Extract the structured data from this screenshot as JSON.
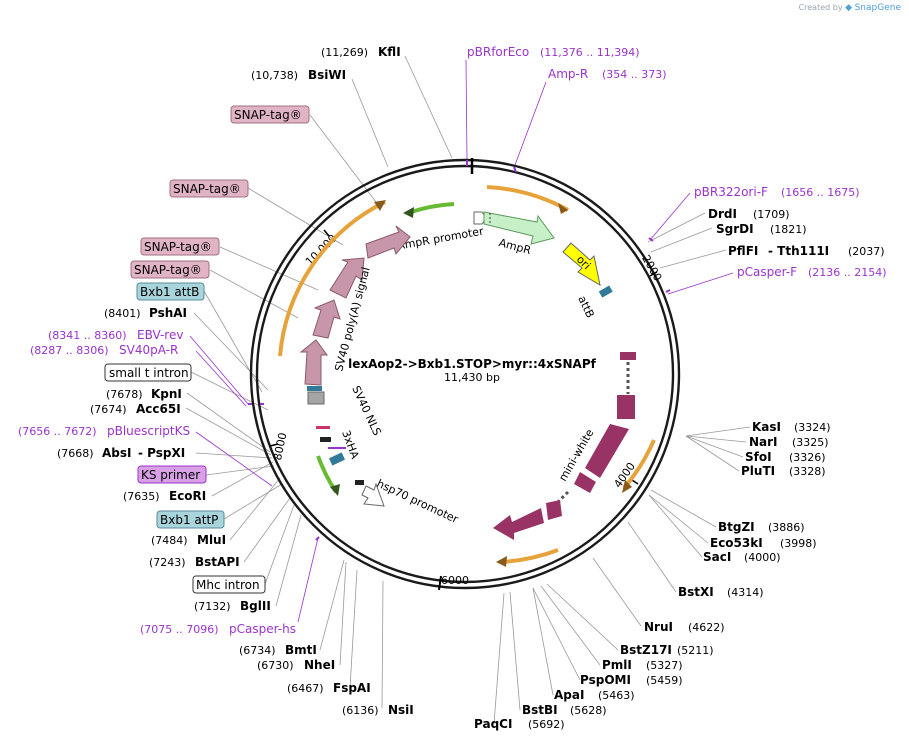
{
  "credit": {
    "created_by": "Created by",
    "brand": "SnapGene"
  },
  "map": {
    "title": "lexAop2->Bxb1.STOP>myr::4xSNAPf",
    "length_label": "11,430 bp",
    "length_bp": 11430
  },
  "ticks": [
    "2000",
    "4000",
    "6000",
    "8000",
    "10,000"
  ],
  "enzymes_right": [
    {
      "name": "DrdI",
      "pos": "(1709)"
    },
    {
      "name": "SgrDI",
      "pos": "(1821)"
    },
    {
      "name": "PflFI",
      "extra": "- Tth111I",
      "pos": "(2037)"
    },
    {
      "name": "KasI",
      "pos": "(3324)"
    },
    {
      "name": "NarI",
      "pos": "(3325)"
    },
    {
      "name": "SfoI",
      "pos": "(3326)"
    },
    {
      "name": "PluTI",
      "pos": "(3328)"
    },
    {
      "name": "BtgZI",
      "pos": "(3886)"
    },
    {
      "name": "Eco53kI",
      "pos": "(3998)"
    },
    {
      "name": "SacI",
      "pos": "(4000)"
    },
    {
      "name": "BstXI",
      "pos": "(4314)"
    },
    {
      "name": "NruI",
      "pos": "(4622)"
    },
    {
      "name": "BstZ17I",
      "pos": "(5211)"
    },
    {
      "name": "PmlI",
      "pos": "(5327)"
    },
    {
      "name": "PspOMI",
      "pos": "(5459)"
    },
    {
      "name": "ApaI",
      "pos": "(5463)"
    },
    {
      "name": "BstBI",
      "pos": "(5628)"
    },
    {
      "name": "PaqCI",
      "pos": "(5692)"
    }
  ],
  "enzymes_left": [
    {
      "name": "KflI",
      "pos": "(11,269)"
    },
    {
      "name": "BsiWI",
      "pos": "(10,738)"
    },
    {
      "name": "PshAI",
      "pos": "(8401)"
    },
    {
      "name": "KpnI",
      "pos": "(7678)"
    },
    {
      "name": "Acc65I",
      "pos": "(7674)"
    },
    {
      "name": "AbsI",
      "extra": "- PspXI",
      "pos": "(7668)"
    },
    {
      "name": "EcoRI",
      "pos": "(7635)"
    },
    {
      "name": "MluI",
      "pos": "(7484)"
    },
    {
      "name": "BstAPI",
      "pos": "(7243)"
    },
    {
      "name": "BglII",
      "pos": "(7132)"
    },
    {
      "name": "BmtI",
      "pos": "(6734)"
    },
    {
      "name": "NheI",
      "pos": "(6730)"
    },
    {
      "name": "FspAI",
      "pos": "(6467)"
    },
    {
      "name": "NsiI",
      "pos": "(6136)"
    }
  ],
  "primers": [
    {
      "name": "pBRforEco",
      "range": "(11,376 .. 11,394)"
    },
    {
      "name": "Amp-R",
      "range": "(354 .. 373)"
    },
    {
      "name": "pBR322ori-F",
      "range": "(1656 .. 1675)"
    },
    {
      "name": "pCasper-F",
      "range": "(2136 .. 2154)"
    },
    {
      "name": "EBV-rev",
      "range": "(8341 .. 8360)"
    },
    {
      "name": "SV40pA-R",
      "range": "(8287 .. 8306)"
    },
    {
      "name": "pBluescriptKS",
      "range": "(7656 .. 7672)"
    },
    {
      "name": "pCasper-hs",
      "range": "(7075 .. 7096)"
    }
  ],
  "boxed_labels": {
    "snap1": "SNAP-tag®",
    "snap2": "SNAP-tag®",
    "snap3": "SNAP-tag®",
    "snap4": "SNAP-tag®",
    "bxb1_attB": "Bxb1 attB",
    "small_t_intron": "small t intron",
    "ks_primer": "KS primer",
    "bxb1_attP": "Bxb1 attP",
    "mhc_intron": "Mhc intron"
  },
  "features": {
    "ampr_promoter": "AmpR promoter",
    "ampr": "AmpR",
    "ori": "ori",
    "attb": "attB",
    "mini_white": "mini-white",
    "hsp70_promoter": "hsp70 promoter",
    "sv40_polya": "SV40 poly(A) signal",
    "sv40_nls": "SV40 NLS",
    "three_xha": "3xHA"
  },
  "colors": {
    "backbone": "#1a1a1a",
    "primer": "#9933cc",
    "snap": "#c896aa",
    "snap_box": "#e0b4c4",
    "attB_box": "#a8d4dc",
    "ks_box": "#d9a0e6",
    "ampr": "#c8f0c8",
    "ori": "#ffff00",
    "mini_white": "#993366",
    "orf_arrow": "#e6a33c",
    "green_arrow": "#66bb33",
    "site_teal": "#337a99"
  }
}
